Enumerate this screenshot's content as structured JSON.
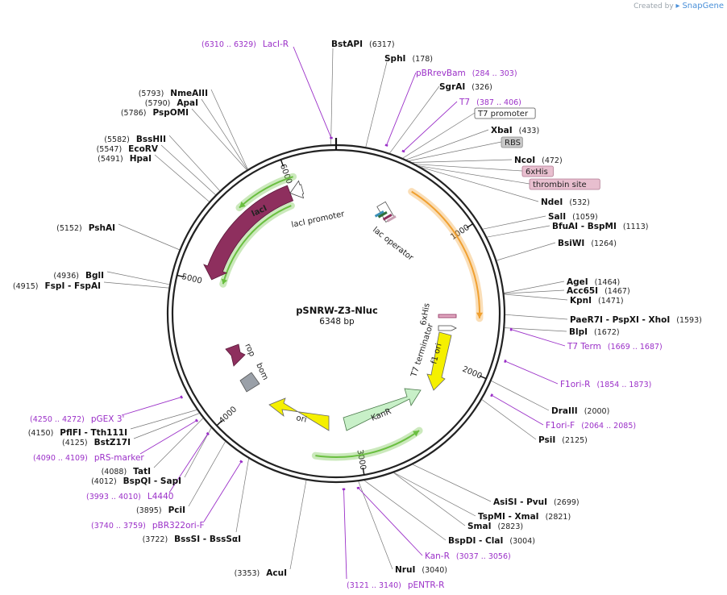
{
  "brand": {
    "created_by": "Created by",
    "product": "SnapGene"
  },
  "plasmid": {
    "name": "pSNRW-Z3-Nluc",
    "length_label": "6348 bp",
    "length": 6348
  },
  "ticks": [
    {
      "value": 1000,
      "label": "1000"
    },
    {
      "value": 2000,
      "label": "2000"
    },
    {
      "value": 3000,
      "label": "3000"
    },
    {
      "value": 4000,
      "label": "4000"
    },
    {
      "value": 5000,
      "label": "5000"
    },
    {
      "value": 6000,
      "label": "6000"
    }
  ],
  "features": [
    {
      "name": "lacI",
      "start": 5010,
      "end": 6040,
      "dir": -1,
      "ring": "inner",
      "color": "#8e2f5e",
      "glow": true,
      "label_on_arrow": true,
      "label": "lacI",
      "label_color": "#ffffff"
    },
    {
      "name": "lacI promoter",
      "start": 6040,
      "end": 6120,
      "dir": -1,
      "ring": "inner",
      "color": "#ffffff",
      "glow": false,
      "label_on_arrow": false,
      "label": "lacI promoter"
    },
    {
      "name": "glow-orf-top",
      "start": 5010,
      "end": 6120,
      "dir": -1,
      "ring": "outer-glow",
      "color": "#6abf40",
      "glow": true,
      "label_on_arrow": false,
      "label": ""
    },
    {
      "name": "Nluc-orf",
      "start": 560,
      "end": 1620,
      "dir": 1,
      "ring": "outer-glow",
      "color": "#f0a030",
      "glow": true,
      "label_on_arrow": false,
      "label": ""
    },
    {
      "name": "KanR-orf",
      "start": 2550,
      "end": 3320,
      "dir": -1,
      "ring": "outer-glow",
      "color": "#6abf40",
      "glow": true,
      "label_on_arrow": false,
      "label": ""
    }
  ],
  "inner_features": {
    "lac_operator": "lac operator",
    "six_his": "6xHis",
    "t7_terminator": "T7 terminator",
    "f1_ori": "f1 ori",
    "kanr": "KanR",
    "ori": "ori",
    "rop": "rop",
    "bom": "bom"
  },
  "sites": [
    {
      "name": "BstAPI",
      "pos": "(6317)",
      "bp": 6317,
      "side": "top"
    },
    {
      "name": "SphI",
      "pos": "(178)",
      "bp": 178,
      "side": "right"
    },
    {
      "name": "SgrAI",
      "pos": "(326)",
      "bp": 326,
      "side": "right"
    },
    {
      "name": "XbaI",
      "pos": "(433)",
      "bp": 433,
      "side": "right"
    },
    {
      "name": "NcoI",
      "pos": "(472)",
      "bp": 472,
      "side": "right"
    },
    {
      "name": "NdeI",
      "pos": "(532)",
      "bp": 532,
      "side": "right"
    },
    {
      "name": "SalI",
      "pos": "(1059)",
      "bp": 1059,
      "side": "right"
    },
    {
      "name": "BfuAI - BspMI",
      "pos": "(1113)",
      "bp": 1113,
      "side": "right"
    },
    {
      "name": "BsiWI",
      "pos": "(1264)",
      "bp": 1264,
      "side": "right"
    },
    {
      "name": "AgeI",
      "pos": "(1464)",
      "bp": 1464,
      "side": "right"
    },
    {
      "name": "Acc65I",
      "pos": "(1467)",
      "bp": 1467,
      "side": "right"
    },
    {
      "name": "KpnI",
      "pos": "(1471)",
      "bp": 1471,
      "side": "right"
    },
    {
      "name": "PaeR7I - PspXI - XhoI",
      "pos": "(1593)",
      "bp": 1593,
      "side": "right"
    },
    {
      "name": "BlpI",
      "pos": "(1672)",
      "bp": 1672,
      "side": "right"
    },
    {
      "name": "DraIII",
      "pos": "(2000)",
      "bp": 2000,
      "side": "right"
    },
    {
      "name": "PsiI",
      "pos": "(2125)",
      "bp": 2125,
      "side": "right"
    },
    {
      "name": "AsiSI - PvuI",
      "pos": "(2699)",
      "bp": 2699,
      "side": "right"
    },
    {
      "name": "TspMI - XmaI",
      "pos": "(2821)",
      "bp": 2821,
      "side": "right"
    },
    {
      "name": "SmaI",
      "pos": "(2823)",
      "bp": 2823,
      "side": "right"
    },
    {
      "name": "BspDI - ClaI",
      "pos": "(3004)",
      "bp": 3004,
      "side": "right"
    },
    {
      "name": "NruI",
      "pos": "(3040)",
      "bp": 3040,
      "side": "right"
    },
    {
      "name": "AcuI",
      "pos": "(3353)",
      "bp": 3353,
      "side": "left"
    },
    {
      "name": "BssSI - BssSαI",
      "pos": "(3722)",
      "bp": 3722,
      "side": "left"
    },
    {
      "name": "PciI",
      "pos": "(3895)",
      "bp": 3895,
      "side": "left"
    },
    {
      "name": "BspQI - SapI",
      "pos": "(4012)",
      "bp": 4012,
      "side": "left"
    },
    {
      "name": "TatI",
      "pos": "(4088)",
      "bp": 4088,
      "side": "left"
    },
    {
      "name": "BstZ17I",
      "pos": "(4125)",
      "bp": 4125,
      "side": "left"
    },
    {
      "name": "PflFI - Tth111I",
      "pos": "(4150)",
      "bp": 4150,
      "side": "left"
    },
    {
      "name": "FspI - FspAI",
      "pos": "(4915)",
      "bp": 4915,
      "side": "left"
    },
    {
      "name": "BglI",
      "pos": "(4936)",
      "bp": 4936,
      "side": "left"
    },
    {
      "name": "PshAI",
      "pos": "(5152)",
      "bp": 5152,
      "side": "left"
    },
    {
      "name": "HpaI",
      "pos": "(5491)",
      "bp": 5491,
      "side": "left"
    },
    {
      "name": "EcoRV",
      "pos": "(5547)",
      "bp": 5547,
      "side": "left"
    },
    {
      "name": "BssHII",
      "pos": "(5582)",
      "bp": 5582,
      "side": "left"
    },
    {
      "name": "PspOMI",
      "pos": "(5786)",
      "bp": 5786,
      "side": "left"
    },
    {
      "name": "ApaI",
      "pos": "(5790)",
      "bp": 5790,
      "side": "left"
    },
    {
      "name": "NmeAIII",
      "pos": "(5793)",
      "bp": 5793,
      "side": "left"
    }
  ],
  "primers": [
    {
      "name": "LacI-R",
      "range": "(6310 .. 6329)",
      "bp": 6320,
      "side": "left-top"
    },
    {
      "name": "pBRrevBam",
      "range": "(284 .. 303)",
      "bp": 294,
      "side": "right"
    },
    {
      "name": "T7",
      "range": "(387 .. 406)",
      "bp": 397,
      "side": "right"
    },
    {
      "name": "T7 Term",
      "range": "(1669 .. 1687)",
      "bp": 1678,
      "side": "right"
    },
    {
      "name": "F1ori-R",
      "range": "(1854 .. 1873)",
      "bp": 1864,
      "side": "right"
    },
    {
      "name": "F1ori-F",
      "range": "(2064 .. 2085)",
      "bp": 2075,
      "side": "right"
    },
    {
      "name": "Kan-R",
      "range": "(3037 .. 3056)",
      "bp": 3046,
      "side": "right"
    },
    {
      "name": "pENTR-R",
      "range": "(3121 .. 3140)",
      "bp": 3130,
      "side": "left"
    },
    {
      "name": "pBR322ori-F",
      "range": "(3740 .. 3759)",
      "bp": 3750,
      "side": "left"
    },
    {
      "name": "L4440",
      "range": "(3993 .. 4010)",
      "bp": 4001,
      "side": "left"
    },
    {
      "name": "pRS-marker",
      "range": "(4090 .. 4109)",
      "bp": 4100,
      "side": "left"
    },
    {
      "name": "pGEX 3'",
      "range": "(4250 .. 4272)",
      "bp": 4261,
      "side": "left"
    }
  ],
  "boxed_features": [
    {
      "name": "T7 promoter",
      "bp": 410,
      "fill": "#ffffff",
      "stroke": "#555555"
    },
    {
      "name": "RBS",
      "bp": 450,
      "fill": "#c8c8c8",
      "stroke": "#888888"
    },
    {
      "name": "6xHis",
      "bp": 495,
      "fill": "#e8bfcf",
      "stroke": "#b07a92"
    },
    {
      "name": "thrombin site",
      "bp": 515,
      "fill": "#e8bfcf",
      "stroke": "#b07a92"
    }
  ],
  "colors": {
    "backbone": "#222222",
    "site_line": "#777777",
    "primer": "#9b30c8",
    "nluc": "#f0a030",
    "glow_green": "#6abf40",
    "laci": "#8e2f5e",
    "kanr": "#c8f0c8",
    "ori": "#f5f000",
    "f1ori": "#f5f000",
    "rop": "#8e2f5e",
    "bom": "#9aa0a8"
  }
}
